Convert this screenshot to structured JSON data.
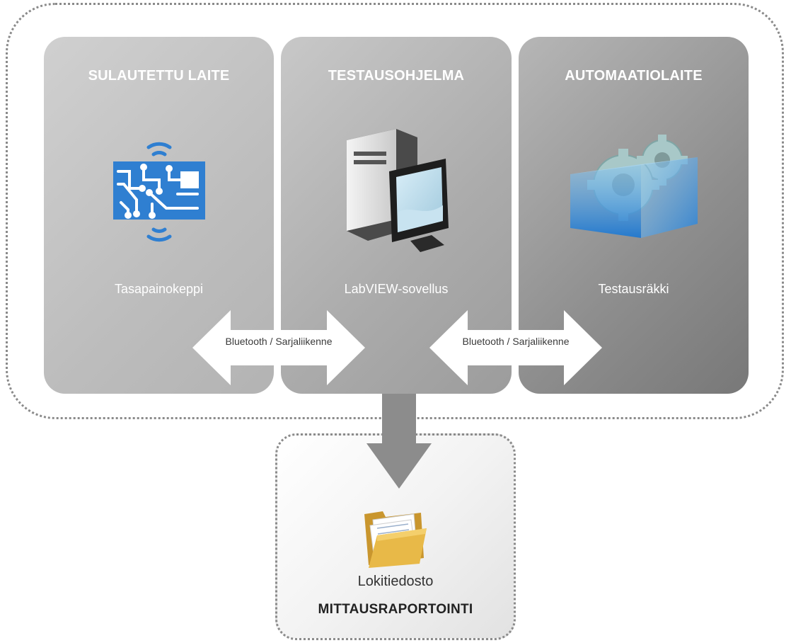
{
  "panels": [
    {
      "title": "SULAUTETTU LAITE",
      "label": "Tasapainokeppi",
      "icon": "circuit-board-wireless-icon"
    },
    {
      "title": "TESTAUSOHJELMA",
      "label": "LabVIEW-sovellus",
      "icon": "desktop-computer-icon"
    },
    {
      "title": "AUTOMAATIOLAITE",
      "label": "Testausräkki",
      "icon": "gears-in-box-icon"
    }
  ],
  "connections": [
    {
      "label": "Bluetooth / Sarjaliikenne"
    },
    {
      "label": "Bluetooth / Sarjaliikenne"
    }
  ],
  "output": {
    "file_label": "Lokitiedosto",
    "title": "MITTAUSRAPORTOINTI",
    "icon": "folder-icon"
  },
  "colors": {
    "circuit_blue": "#2f7fd1",
    "arrow_fill": "#ffffff",
    "down_arrow": "#8c8c8c",
    "folder": "#e8b948"
  }
}
